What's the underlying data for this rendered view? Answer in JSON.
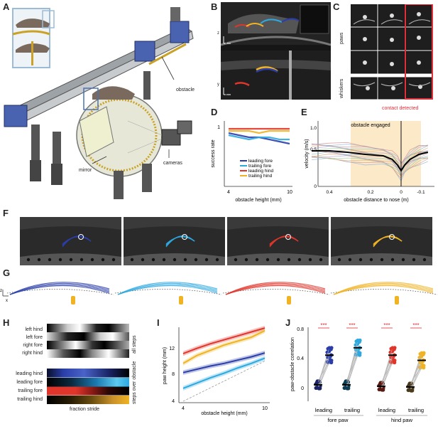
{
  "panel_letters": [
    "A",
    "B",
    "C",
    "D",
    "E",
    "F",
    "G",
    "H",
    "I",
    "J"
  ],
  "panel_a": {
    "labels": {
      "obstacle": "obstacle",
      "mirror": "mirror",
      "cameras": "cameras"
    }
  },
  "panel_b": {
    "axis_top": {
      "z": "z",
      "x": "x"
    },
    "axis_bottom": {
      "y": "y",
      "x": "x"
    }
  },
  "panel_c": {
    "row_labels": [
      "paws",
      "whiskers"
    ],
    "caption": "contact detected"
  },
  "panel_d": {
    "ylabel": "success rate",
    "xlabel": "obstacle height (mm)",
    "yticks": [
      "1"
    ],
    "xticks": [
      "4",
      "10"
    ],
    "legend": [
      "leading fore",
      "trailing fore",
      "leading hind",
      "trailing hind"
    ]
  },
  "panel_e": {
    "title": "obstacle engaged",
    "ylabel": "velocity (m/s)",
    "xlabel": "obstacle distance to nose (m)",
    "yticks": [
      "1.0",
      "0.5",
      "0"
    ],
    "xticks": [
      "0.4",
      "0.2",
      "0",
      "-0.1"
    ]
  },
  "panel_g": {
    "axis": {
      "z": "z",
      "x": "x"
    }
  },
  "panel_h": {
    "top_rows": [
      "left hind",
      "left fore",
      "right fore",
      "right hind"
    ],
    "top_side": "all steps",
    "bottom_rows": [
      "leading hind",
      "leading fore",
      "trailing fore",
      "trailing hind"
    ],
    "bottom_side": "steps over obstacle",
    "xlabel": "fraction stride"
  },
  "panel_i": {
    "ylabel": "paw height (mm)",
    "xlabel": "obstacle height (mm)",
    "yticks": [
      "12",
      "8",
      "4"
    ],
    "xticks": [
      "4",
      "10"
    ]
  },
  "panel_j": {
    "ylabel": "paw-obstacle correlation",
    "yticks": [
      "0.8",
      "0.4",
      "0"
    ],
    "stars": [
      "***",
      "***",
      "***",
      "***"
    ],
    "group_labels": [
      "leading",
      "trailing",
      "leading",
      "trailing"
    ],
    "bottom_labels": [
      "fore paw",
      "hind paw"
    ]
  },
  "colors": {
    "leading_fore": "#2b3ea8",
    "trailing_fore": "#2ea9e0",
    "leading_hind": "#e0352b",
    "trailing_hind": "#f0b323",
    "shade": "#fbe9c8",
    "outline_box": "#9bbbd6",
    "contact_red": "#e0303a"
  },
  "chart_data": [
    {
      "panel": "D",
      "type": "line",
      "xlabel": "obstacle height (mm)",
      "ylabel": "success rate",
      "x": [
        4,
        5,
        6,
        7,
        8,
        9,
        10
      ],
      "series": [
        {
          "name": "leading fore",
          "values": [
            0.97,
            0.96,
            0.95,
            0.95,
            0.94,
            0.93,
            0.92
          ]
        },
        {
          "name": "trailing fore",
          "values": [
            0.96,
            0.95,
            0.94,
            0.95,
            0.95,
            0.94,
            0.94
          ]
        },
        {
          "name": "leading hind",
          "values": [
            0.99,
            0.99,
            0.99,
            0.99,
            0.99,
            0.99,
            0.99
          ]
        },
        {
          "name": "trailing hind",
          "values": [
            0.98,
            0.98,
            0.98,
            0.97,
            0.98,
            0.98,
            0.98
          ]
        }
      ]
    },
    {
      "panel": "E",
      "type": "line",
      "xlabel": "obstacle distance to nose (m)",
      "ylabel": "velocity (m/s)",
      "x": [
        0.5,
        0.4,
        0.3,
        0.2,
        0.1,
        0.05,
        0.02,
        0,
        -0.02,
        -0.05,
        -0.1,
        -0.15
      ],
      "series": [
        {
          "name": "mean",
          "values": [
            0.5,
            0.5,
            0.48,
            0.45,
            0.43,
            0.38,
            0.3,
            0.22,
            0.3,
            0.38,
            0.45,
            0.48
          ]
        }
      ]
    },
    {
      "panel": "I",
      "type": "line",
      "xlabel": "obstacle height (mm)",
      "ylabel": "paw height (mm)",
      "x": [
        4,
        5,
        6,
        7,
        8,
        9,
        10
      ],
      "series": [
        {
          "name": "leading hind",
          "values": [
            11.5,
            12.3,
            13.0,
            13.6,
            14.2,
            14.8,
            15.4
          ]
        },
        {
          "name": "trailing hind",
          "values": [
            10.0,
            11.2,
            12.0,
            12.8,
            13.4,
            14.0,
            15.0
          ]
        },
        {
          "name": "leading fore",
          "values": [
            8.6,
            9.1,
            9.6,
            10.0,
            10.5,
            11.0,
            11.6
          ]
        },
        {
          "name": "trailing fore",
          "values": [
            6.2,
            7.0,
            7.8,
            8.5,
            9.3,
            10.0,
            10.8
          ]
        }
      ]
    },
    {
      "panel": "J",
      "type": "scatter",
      "ylabel": "paw-obstacle correlation",
      "categories": [
        "leading fore",
        "trailing fore",
        "leading hind",
        "trailing hind"
      ],
      "series": [
        {
          "name": "leading fore",
          "values": [
            0.05,
            0.45
          ]
        },
        {
          "name": "trailing fore",
          "values": [
            0.05,
            0.55
          ]
        },
        {
          "name": "leading hind",
          "values": [
            0.03,
            0.45
          ]
        },
        {
          "name": "trailing hind",
          "values": [
            0.02,
            0.38
          ]
        }
      ]
    }
  ]
}
